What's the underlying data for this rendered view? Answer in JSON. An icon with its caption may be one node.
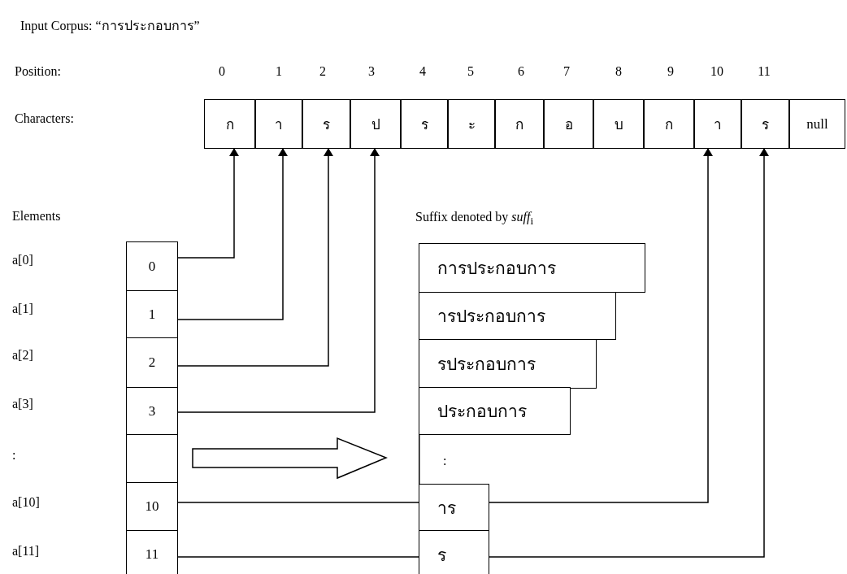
{
  "diagram": {
    "title": "Input Corpus: “การประกอบการ”",
    "nodes": [
      {
        "text": [
          "ก"
        ]
      },
      {
        "text": [
          "า"
        ]
      },
      {
        "text": [
          "ร"
        ]
      },
      {
        "text": [
          "ป"
        ]
      },
      {
        "text": [
          "ร"
        ]
      },
      {
        "text": [
          "ะ"
        ]
      },
      {
        "text": [
          "ก"
        ]
      },
      {
        "text": [
          "อ"
        ]
      },
      {
        "text": [
          "บ"
        ]
      },
      {
        "text": [
          "ก"
        ]
      },
      {
        "text": [
          "า"
        ]
      },
      {
        "text": [
          "ร"
        ]
      },
      {
        "text": [
          "null"
        ]
      },
      {
        "text": [
          "0"
        ]
      },
      {
        "text": [
          "1"
        ]
      },
      {
        "text": [
          "2"
        ]
      },
      {
        "text": [
          "3"
        ]
      },
      {
        "text": [],
        "shape": "box"
      },
      {
        "text": [
          "10"
        ]
      },
      {
        "text": [
          "11"
        ]
      },
      {
        "text": [
          "การประกอบการ"
        ]
      },
      {
        "text": [
          "ารประกอบการ"
        ]
      },
      {
        "text": [
          "รประกอบการ"
        ]
      },
      {
        "text": [
          "ประกอบการ"
        ]
      },
      {
        "text": [
          "าร"
        ]
      },
      {
        "text": [
          "ร"
        ]
      }
    ],
    "edges": [
      {
        "from": 13,
        "to": 0,
        "arrow": "to"
      },
      {
        "from": 14,
        "to": 1,
        "arrow": "to"
      },
      {
        "from": 15,
        "to": 2,
        "arrow": "to"
      },
      {
        "from": 16,
        "to": 3,
        "arrow": "to"
      },
      {
        "from": 18,
        "to": 24,
        "arrow": "none"
      },
      {
        "from": 24,
        "to": 10,
        "arrow": "to"
      },
      {
        "from": 19,
        "to": 25,
        "arrow": "none"
      },
      {
        "from": 25,
        "to": 11,
        "arrow": "to"
      }
    ],
    "labels": [
      "Position:",
      "0",
      "1",
      "2",
      "3",
      "4",
      "5",
      "6",
      "7",
      "8",
      "9",
      "10",
      "11",
      "Characters:",
      "Elements",
      "a[0]",
      "a[1]",
      "a[2]",
      "a[3]",
      ":",
      "a[10]",
      "a[11]",
      "Suffix denoted by *suff*$_{i}$",
      ":"
    ]
  }
}
